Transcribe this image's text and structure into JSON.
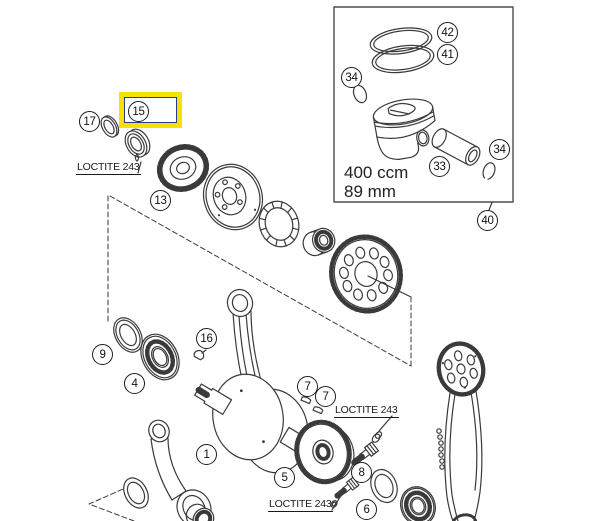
{
  "highlight": {
    "selected_callout": "15",
    "box_color": "#f8e100",
    "box_inner_border_color": "#2b3990"
  },
  "line_color": "#3a3a3a",
  "callouts": {
    "c17": "17",
    "c15": "15",
    "c13": "13",
    "c9": "9",
    "c4": "4",
    "c16": "16",
    "c1": "1",
    "c7a": "7",
    "c7b": "7",
    "c5": "5",
    "c8": "8",
    "c6": "6"
  },
  "labels": {
    "loctite_top": "LOCTITE 243",
    "loctite_mid": "LOCTITE 243",
    "loctite_bottom": "LOCTITE 243"
  },
  "inset": {
    "c42": "42",
    "c41": "41",
    "c34a": "34",
    "c33": "33",
    "c34b": "34",
    "c40": "40",
    "displacement": "400 ccm",
    "bore": "89 mm"
  }
}
